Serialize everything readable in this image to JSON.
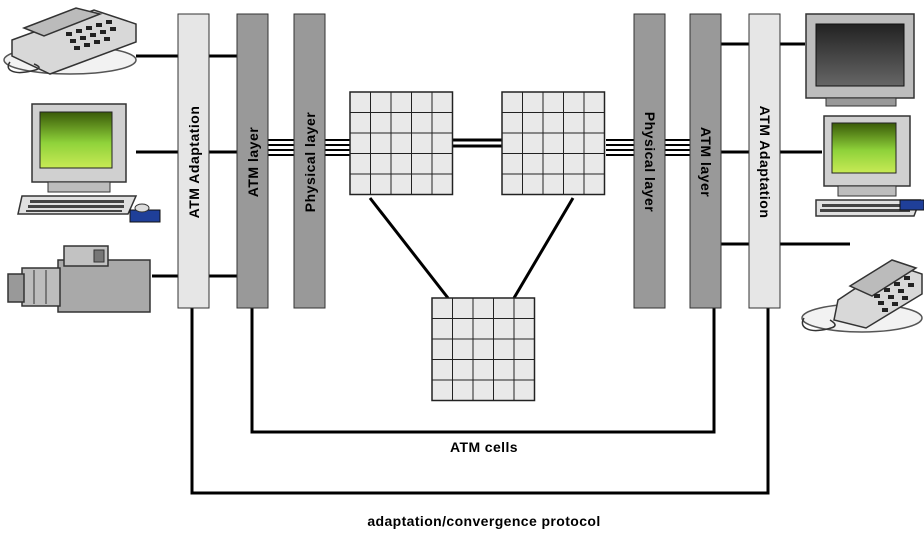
{
  "left_stack": {
    "adaptation_label": "ATM Adaptation",
    "atm_layer_label": "ATM layer",
    "physical_layer_label": "Physical layer"
  },
  "right_stack": {
    "physical_layer_label": "Physical layer",
    "atm_layer_label": "ATM layer",
    "adaptation_label": "ATM Adaptation"
  },
  "paths": {
    "atm_cells_label": "ATM cells",
    "adaptation_protocol_label": "adaptation/convergence protocol"
  },
  "devices": {
    "left": [
      "telephone-icon",
      "computer-icon",
      "video-camera-icon"
    ],
    "right": [
      "monitor-icon",
      "computer-icon",
      "telephone-icon"
    ]
  },
  "switch_grid": {
    "rows": 5,
    "cols": 5,
    "count": 3
  },
  "colors": {
    "adaptation_fill": "#e6e6e6",
    "layer_fill": "#999999",
    "grid_cell": "#e9e9e9",
    "screen_green": "#8fd23a",
    "mouse_pad": "#1f3f99"
  }
}
